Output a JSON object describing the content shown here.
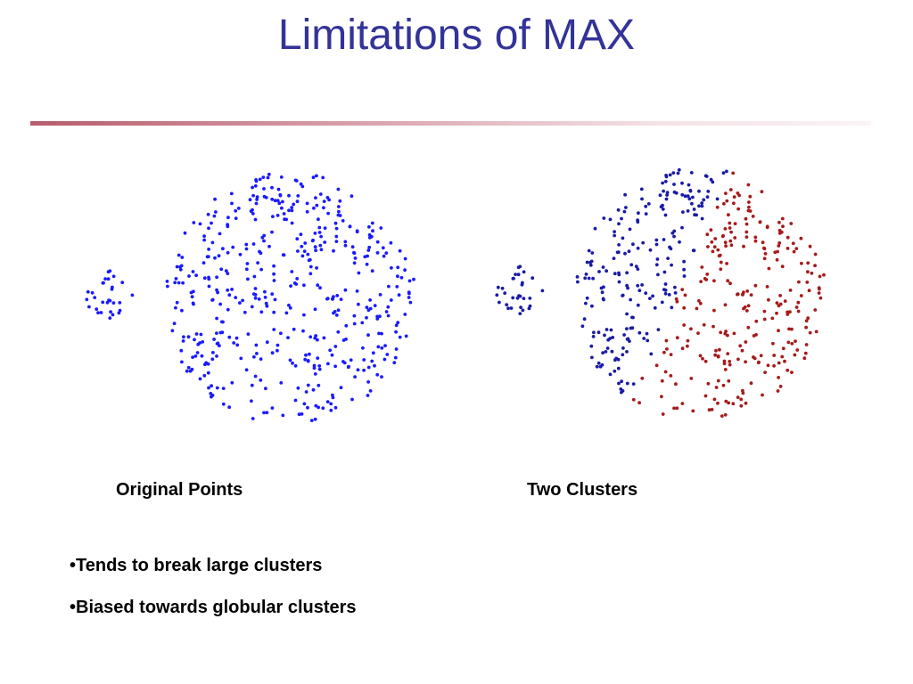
{
  "slide": {
    "title": "Limitations of MAX",
    "title_color": "#333399",
    "rule_color": "#b85c6c"
  },
  "captions": {
    "left": "Original Points",
    "right": "Two Clusters"
  },
  "bullets": [
    {
      "mark": "•",
      "text": "Tends to break large clusters"
    },
    {
      "mark": "•",
      "text": "Biased towards globular clusters"
    }
  ],
  "colors": {
    "original_points": "#1a1aff",
    "cluster_one": "#1a1aa6",
    "cluster_two": "#a61a1a"
  },
  "chart_data": [
    {
      "type": "scatter",
      "title": "Original Points",
      "groups": [
        {
          "region": "small-circle",
          "approx_points": 30,
          "color": "#1a1aff"
        },
        {
          "region": "large-circle",
          "approx_points": 470,
          "color": "#1a1aff"
        }
      ]
    },
    {
      "type": "scatter",
      "title": "Two Clusters",
      "groups": [
        {
          "cluster": 1,
          "region": "small-circle plus left part of large circle",
          "approx_points": 170,
          "color": "#1a1aa6"
        },
        {
          "cluster": 2,
          "region": "right part of large circle",
          "approx_points": 330,
          "color": "#a61a1a"
        }
      ]
    }
  ]
}
